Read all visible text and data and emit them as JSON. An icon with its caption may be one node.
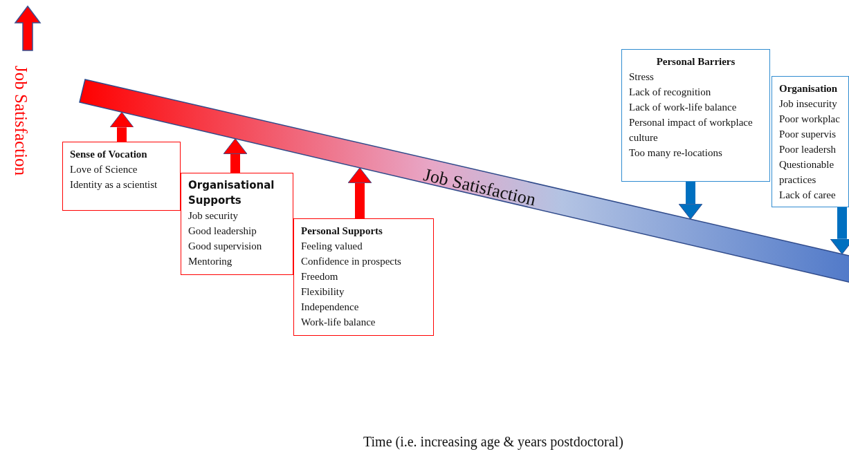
{
  "diagram": {
    "nodes": [
      {
        "text": [
          "Job Satisfaction"
        ]
      },
      {
        "text": [
          "Sense of Vocation",
          "Love of Science",
          "Identity as a scientist"
        ]
      },
      {
        "text": [
          "Organisational Supports",
          "Job security",
          "Good leadership",
          "Good supervision",
          "Mentoring"
        ]
      },
      {
        "text": [
          "Personal Supports",
          "Feeling valued",
          "Confidence in prospects",
          "Freedom",
          "Flexibility",
          "Independence",
          "Work-life balance"
        ]
      },
      {
        "text": [
          "Personal Barriers",
          "Stress",
          "Lack of recognition",
          "Lack of work-life balance",
          "Personal impact of workplace culture",
          "Too many re-locations"
        ]
      },
      {
        "text": [
          "Organisation",
          "Job insecurity",
          "Poor workplac",
          "Poor supervis",
          "Poor leadersh",
          "Questionable practices",
          "Lack of caree"
        ]
      }
    ],
    "edges": [
      {
        "from": 1,
        "to": 0,
        "arrow": "to"
      },
      {
        "from": 2,
        "to": 0,
        "arrow": "to"
      },
      {
        "from": 3,
        "to": 0,
        "arrow": "to"
      },
      {
        "from": 4,
        "to": 0,
        "arrow": "to",
        "color": "#0070c0"
      },
      {
        "from": 5,
        "to": 0,
        "arrow": "to",
        "color": "#0070c0"
      }
    ],
    "labels": [
      "Job Satisfaction",
      "Time (i.e. increasing age & years postdoctoral)"
    ]
  }
}
